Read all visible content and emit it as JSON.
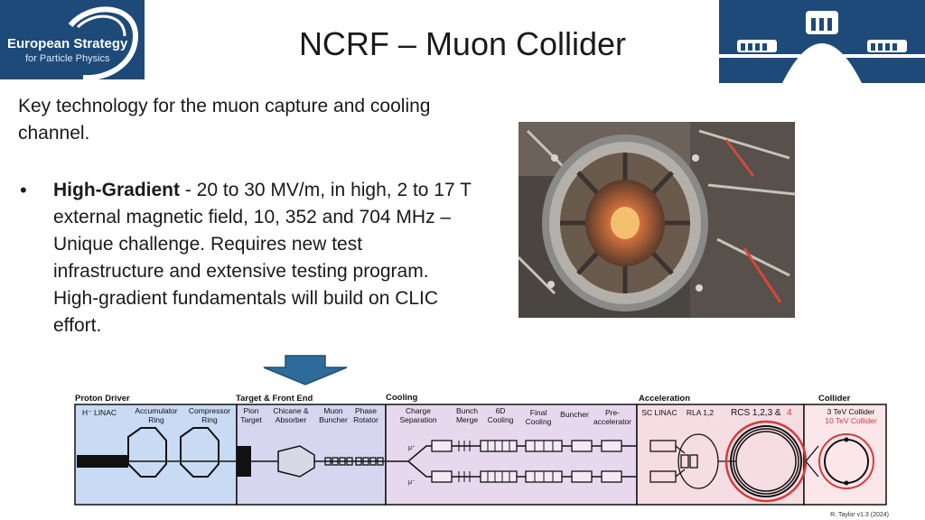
{
  "logo_left": {
    "line1": "European Strategy",
    "line2": "for Particle Physics"
  },
  "title": "NCRF – Muon Collider",
  "intro": "Key technology for the muon capture and cooling channel.",
  "bullet": {
    "marker": "•",
    "bold": "High-Gradient",
    "text": " -  20 to 30 MV/m, in high, 2 to 17 T external magnetic field, 10, 352 and 704 MHz – Unique challenge. Requires new test infrastructure and extensive testing program. High-gradient fundamentals will build on CLIC effort."
  },
  "diagram": {
    "sections": {
      "proton_driver": "Proton Driver",
      "target_front_end": "Target & Front End",
      "cooling": "Cooling",
      "acceleration": "Acceleration",
      "collider": "Collider"
    },
    "labels": {
      "h_linac": "H⁻ LINAC",
      "accumulator_1": "Accumulator",
      "accumulator_2": "Ring",
      "compressor_1": "Compressor",
      "compressor_2": "Ring",
      "pion_1": "Pion",
      "pion_2": "Target",
      "chicane_1": "Chicane &",
      "chicane_2": "Absorber",
      "muon_1": "Muon",
      "muon_2": "Buncher",
      "phase_1": "Phase",
      "phase_2": "Rotator",
      "charge_1": "Charge",
      "charge_2": "Separation",
      "bunch_1": "Bunch",
      "bunch_2": "Merge",
      "sixd_1": "6D",
      "sixd_2": "Cooling",
      "final_1": "Final",
      "final_2": "Cooling",
      "buncher": "Buncher",
      "pre_1": "Pre-",
      "pre_2": "accelerator",
      "sc_linac": "SC LINAC",
      "rla": "RLA 1,2",
      "rcs": "RCS 1,2,3 &",
      "rcs_4": "4",
      "tev3": "3 TeV Collider",
      "tev10": "10 TeV Collider",
      "mu_plus": "μ⁺",
      "mu_minus": "μ⁻",
      "credit": "R. Taylor  v1.3 (2024)"
    },
    "colors": {
      "proton": "#c9daf5",
      "target": "#d6d6f0",
      "cooling": "#e8d8ee",
      "accel": "#f6dce3",
      "collider": "#fbe6ea",
      "red": "#d63a3a"
    }
  }
}
